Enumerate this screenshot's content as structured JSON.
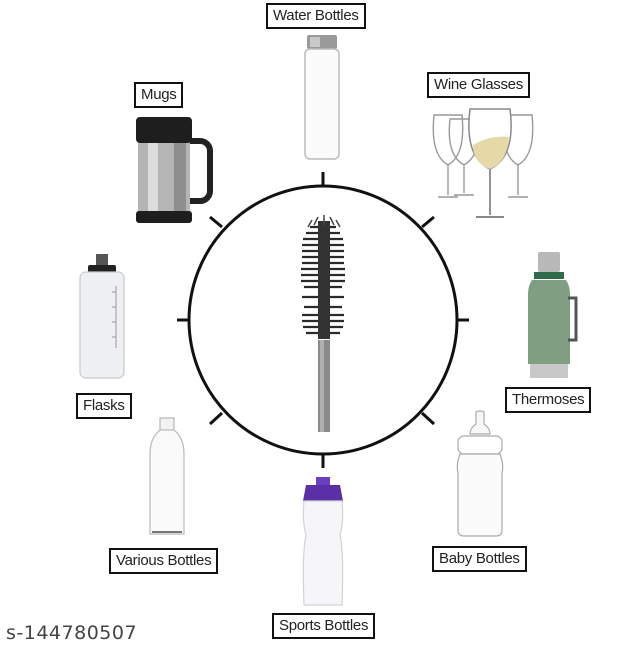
{
  "center": {
    "item": "bottle-brush",
    "ring_color": "#111111"
  },
  "labels": {
    "water_bottles": "Water Bottles",
    "wine_glasses": "Wine Glasses",
    "mugs": "Mugs",
    "flasks": "Flasks",
    "thermoses": "Thermoses",
    "various_bottles": "Various Bottles",
    "baby_bottles": "Baby Bottles",
    "sports_bottles": "Sports Bottles"
  },
  "colors": {
    "thermos_green": "#7f9e82",
    "sports_cap_purple": "#5b2fa6",
    "wine_color": "#e6d9a8",
    "mug_steel": "#b5b5b5"
  },
  "watermark": "s-144780507"
}
